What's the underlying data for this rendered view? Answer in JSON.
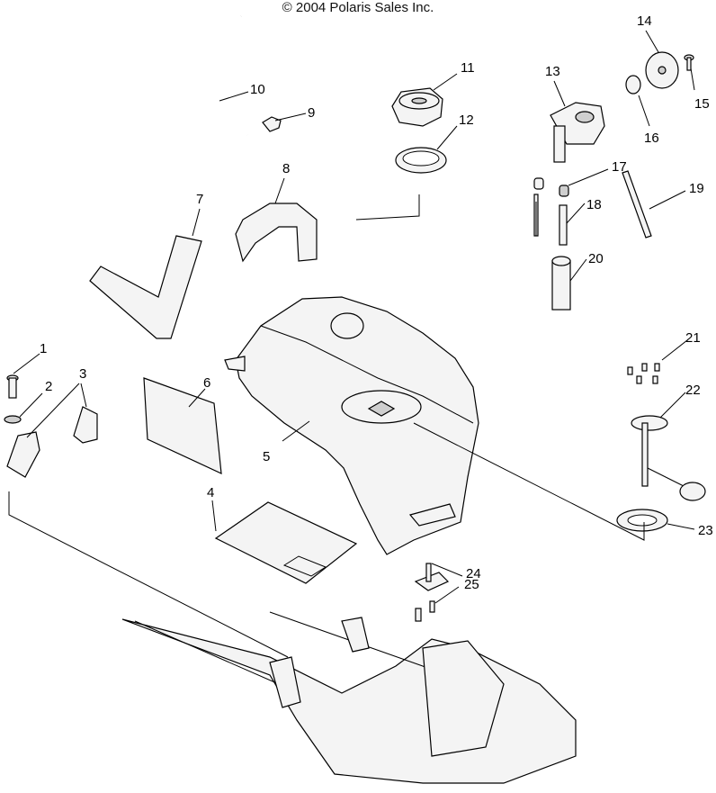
{
  "copyright": "© 2004 Polaris Sales Inc.",
  "callouts": [
    "1",
    "2",
    "3",
    "4",
    "5",
    "6",
    "7",
    "8",
    "9",
    "10",
    "11",
    "12",
    "13",
    "14",
    "15",
    "16",
    "17",
    "18",
    "19",
    "20",
    "21",
    "22",
    "23",
    "24",
    "25"
  ]
}
